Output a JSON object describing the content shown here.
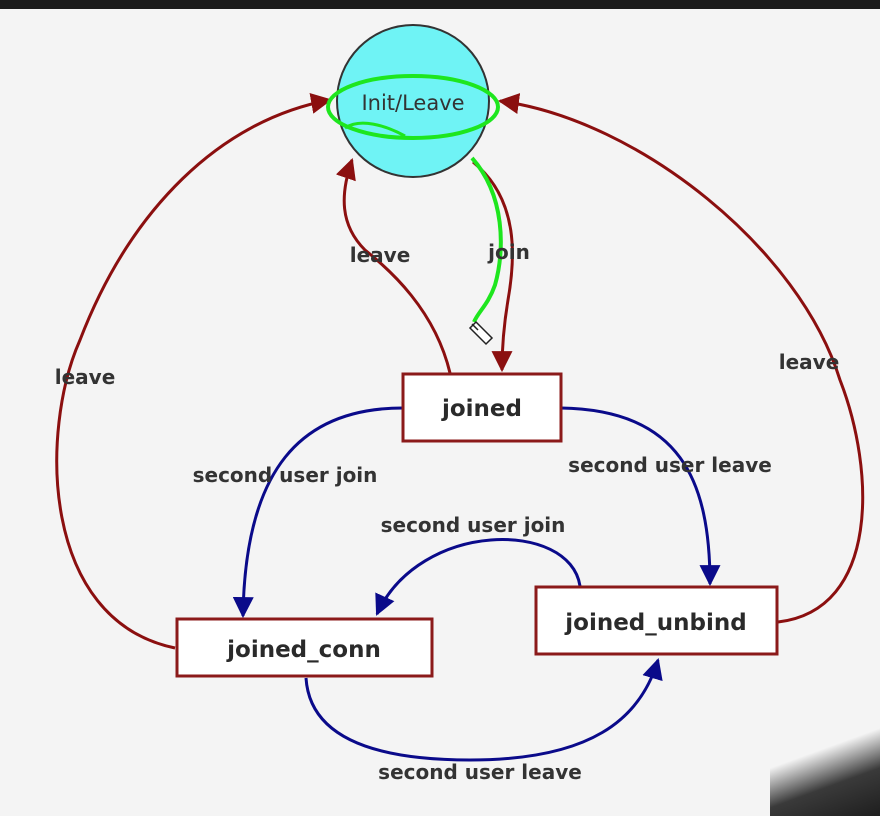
{
  "diagram": {
    "title": "",
    "states": {
      "init": "Init/Leave",
      "joined": "joined",
      "joined_conn": "joined_conn",
      "joined_unbind": "joined_unbind"
    },
    "edges": {
      "leave_left": "leave",
      "leave_center": "leave",
      "join": "join",
      "leave_right": "leave",
      "joined_to_conn": "second user join",
      "joined_to_unbind": "second user leave",
      "unbind_to_conn": "second user join",
      "conn_to_unbind": "second user leave"
    },
    "colors": {
      "state_border": "#8b1a1a",
      "leave_edges": "#8b0f0f",
      "transition_edges": "#0a0a8a",
      "init_fill": "#6ff3f5",
      "highlight": "#1ee61e"
    }
  }
}
